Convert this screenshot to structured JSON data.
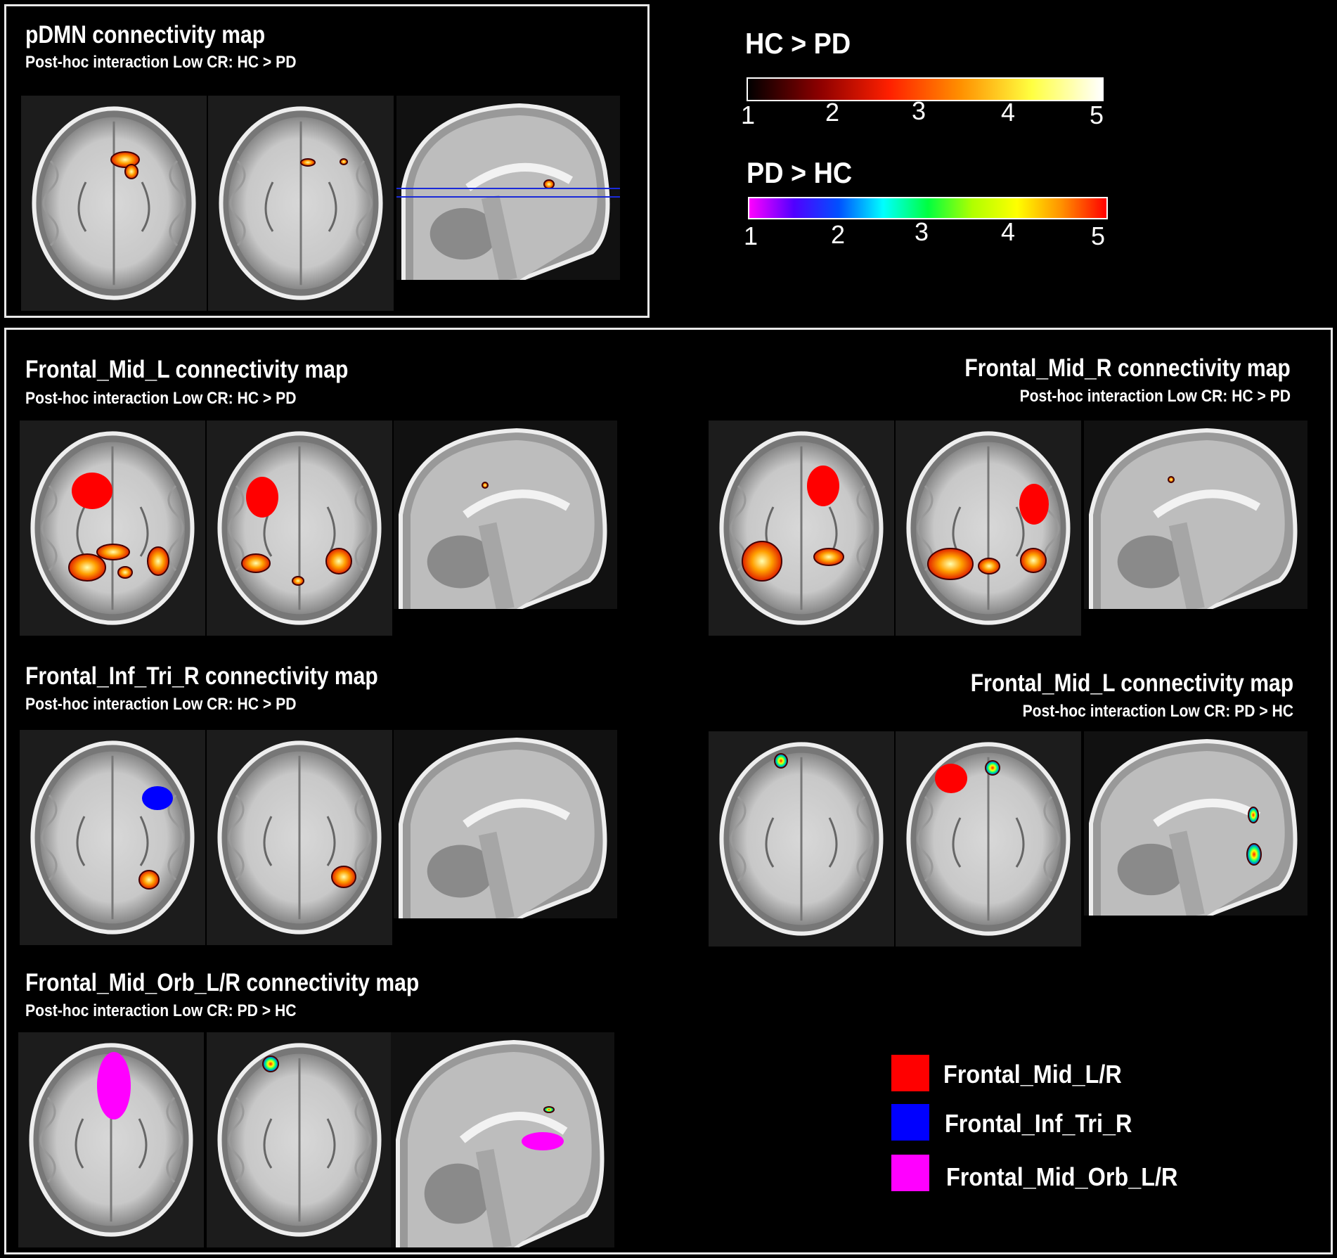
{
  "sections": {
    "pdmn": {
      "title": "pDMN connectivity map",
      "subtitle": "Post-hoc interaction Low CR: HC > PD"
    },
    "mid_l": {
      "title": "Frontal_Mid_L connectivity map",
      "subtitle": "Post-hoc interaction Low CR: HC > PD"
    },
    "mid_r": {
      "title": "Frontal_Mid_R connectivity map",
      "subtitle": "Post-hoc interaction Low CR: HC > PD"
    },
    "inf_tri_r": {
      "title": "Frontal_Inf_Tri_R connectivity map",
      "subtitle": "Post-hoc interaction Low CR: HC > PD"
    },
    "mid_l_pd": {
      "title": "Frontal_Mid_L connectivity map",
      "subtitle": "Post-hoc interaction Low CR: PD > HC"
    },
    "mid_orb": {
      "title": "Frontal_Mid_Orb_L/R connectivity map",
      "subtitle": "Post-hoc interaction Low CR: PD > HC"
    }
  },
  "colorbars": [
    {
      "title": "HC > PD",
      "ticks": [
        "1",
        "2",
        "3",
        "4",
        "5"
      ],
      "colors": [
        "#000000",
        "#8b0000",
        "#ff2000",
        "#ff9000",
        "#ffff40",
        "#ffffff"
      ]
    },
    {
      "title": "PD > HC",
      "ticks": [
        "1",
        "2",
        "3",
        "4",
        "5"
      ],
      "colors": [
        "#ff00ff",
        "#5000ff",
        "#0050ff",
        "#00ffff",
        "#00ff40",
        "#b0ff00",
        "#ffff00",
        "#ff9000",
        "#ff0000"
      ]
    }
  ],
  "legend": [
    {
      "label": "Frontal_Mid_L/R",
      "color": "#ff0000"
    },
    {
      "label": "Frontal_Inf_Tri_R",
      "color": "#0000ff"
    },
    {
      "label": "Frontal_Mid_Orb_L/R",
      "color": "#ff00ff"
    }
  ],
  "colors": {
    "hot": "#ff8c00",
    "seed_red": "#ff0000",
    "seed_blue": "#0000ff",
    "seed_magenta": "#ff00ff",
    "slice_line": "#1a2ad8"
  }
}
